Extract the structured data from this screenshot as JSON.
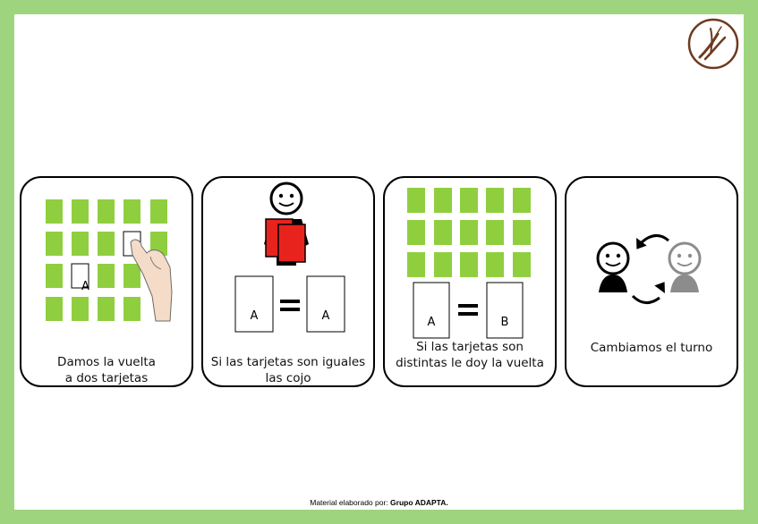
{
  "colors": {
    "border_green": "#9fd47f",
    "tile_green": "#8fcf3f",
    "card_red": "#e8231e",
    "logo_brown": "#6e3a1f"
  },
  "icons": [
    "adapta-logo-icon",
    "hand-pointer-icon",
    "person-holding-cards-icon",
    "equals-icon",
    "turn-cycle-arrows-icon",
    "person-face-icon",
    "person-face-gray-icon"
  ],
  "cards": [
    {
      "line1": "Damos la vuelta",
      "line2": "a dos tarjetas",
      "tile_letter": "A"
    },
    {
      "line1": "Si las tarjetas son iguales",
      "line2": "las cojo",
      "left_letter": "A",
      "right_letter": "A"
    },
    {
      "line1": "Si las tarjetas son",
      "line2": "distintas le doy la vuelta",
      "left_letter": "A",
      "right_letter": "B"
    },
    {
      "line1": "Cambiamos el turno"
    }
  ],
  "footer": {
    "prefix": "Material elaborado por:",
    "author": "Grupo ADAPTA."
  }
}
